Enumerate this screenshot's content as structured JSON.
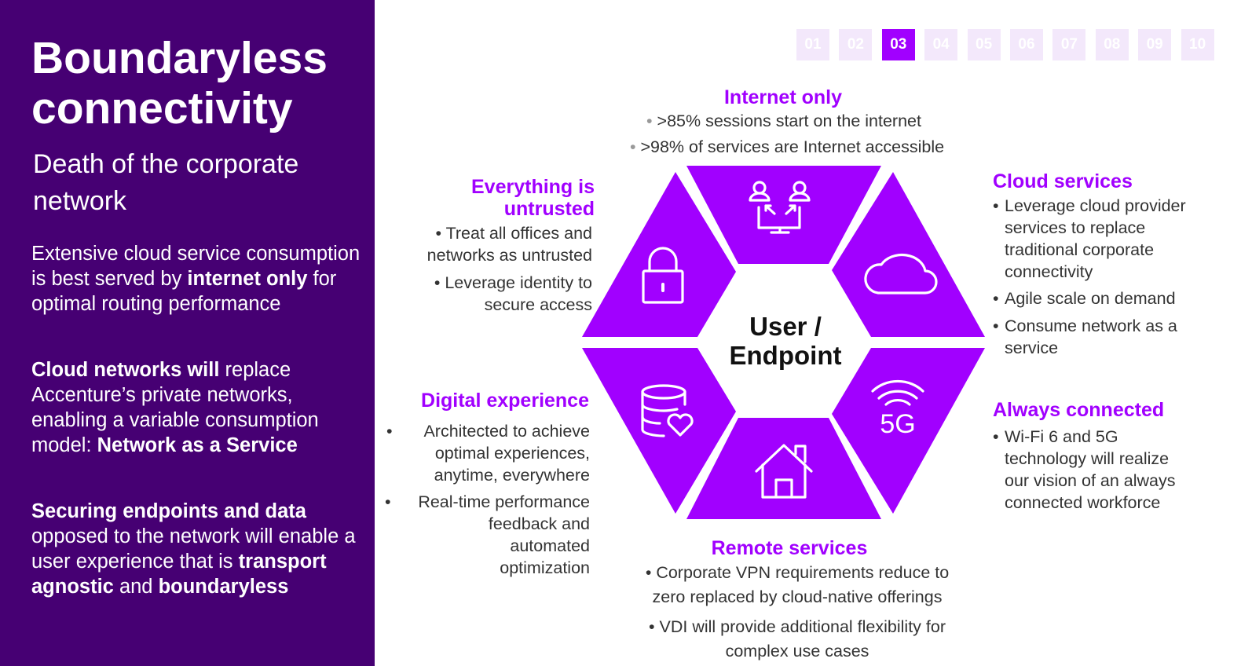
{
  "left": {
    "title_line1": "Boundaryless",
    "title_line2": "connectivity",
    "subtitle_line1": "Death of the corporate",
    "subtitle_line2": "network",
    "p1_a": "Extensive cloud service consumption is best served by ",
    "p1_b": "internet only",
    "p1_c": " for optimal routing performance",
    "p2_a": "Cloud networks will",
    "p2_b": " replace Accenture’s private networks, enabling a variable consumption model: ",
    "p2_c": "Network as a Service",
    "p3_a": "Securing endpoints and data",
    "p3_b": " opposed to the network will enable a user experience that is ",
    "p3_c": "transport agnostic",
    "p3_d": " and ",
    "p3_e": "boundaryless"
  },
  "pager": [
    "01",
    "02",
    "03",
    "04",
    "05",
    "06",
    "07",
    "08",
    "09",
    "10"
  ],
  "pager_active": "03",
  "center": {
    "line1": "User /",
    "line2": "Endpoint"
  },
  "internet": {
    "heading": "Internet only",
    "b1": ">85%  sessions start on the internet",
    "b2": ">98% of services are Internet accessible"
  },
  "untrusted": {
    "heading_line1": "Everything is",
    "heading_line2": "untrusted",
    "b1_l1": "Treat all offices and",
    "b1_l2": "networks as untrusted",
    "b2_l1": "Leverage identity to",
    "b2_l2": "secure access"
  },
  "cloud": {
    "heading": "Cloud services",
    "b1_l1": "Leverage cloud provider",
    "b1_l2": "services to replace",
    "b1_l3": "traditional corporate",
    "b1_l4": "connectivity",
    "b2": "Agile scale on demand",
    "b3_l1": "Consume network as a",
    "b3_l2": "service"
  },
  "digital": {
    "heading": "Digital experience",
    "b1_l1": "Architected to achieve",
    "b1_l2": "optimal experiences,",
    "b1_l3": "anytime, everywhere",
    "b2_l1": "Real-time performance",
    "b2_l2": "feedback and",
    "b2_l3": "automated",
    "b2_l4": "optimization"
  },
  "always": {
    "heading": "Always connected",
    "b1_l1": "Wi-Fi 6 and 5G",
    "b1_l2": "technology will realize",
    "b1_l3": "our vision of an always",
    "b1_l4": "connected workforce"
  },
  "remote": {
    "heading": "Remote services",
    "b1_l1": "Corporate VPN requirements reduce to",
    "b1_l2": "zero replaced by cloud-native offerings",
    "b2_l1": "VDI will provide additional flexibility for",
    "b2_l2": "complex use cases"
  },
  "icons": {
    "top": "users-exchange-icon",
    "upper_left": "lock-icon",
    "upper_right": "cloud-icon",
    "lower_left": "database-heart-icon",
    "lower_right": "wifi-5g-icon",
    "bottom": "house-icon",
    "fiveg_text": "5G"
  },
  "colors": {
    "panel": "#460073",
    "accent": "#a100ff",
    "pager_inactive": "#f3e8fb"
  }
}
